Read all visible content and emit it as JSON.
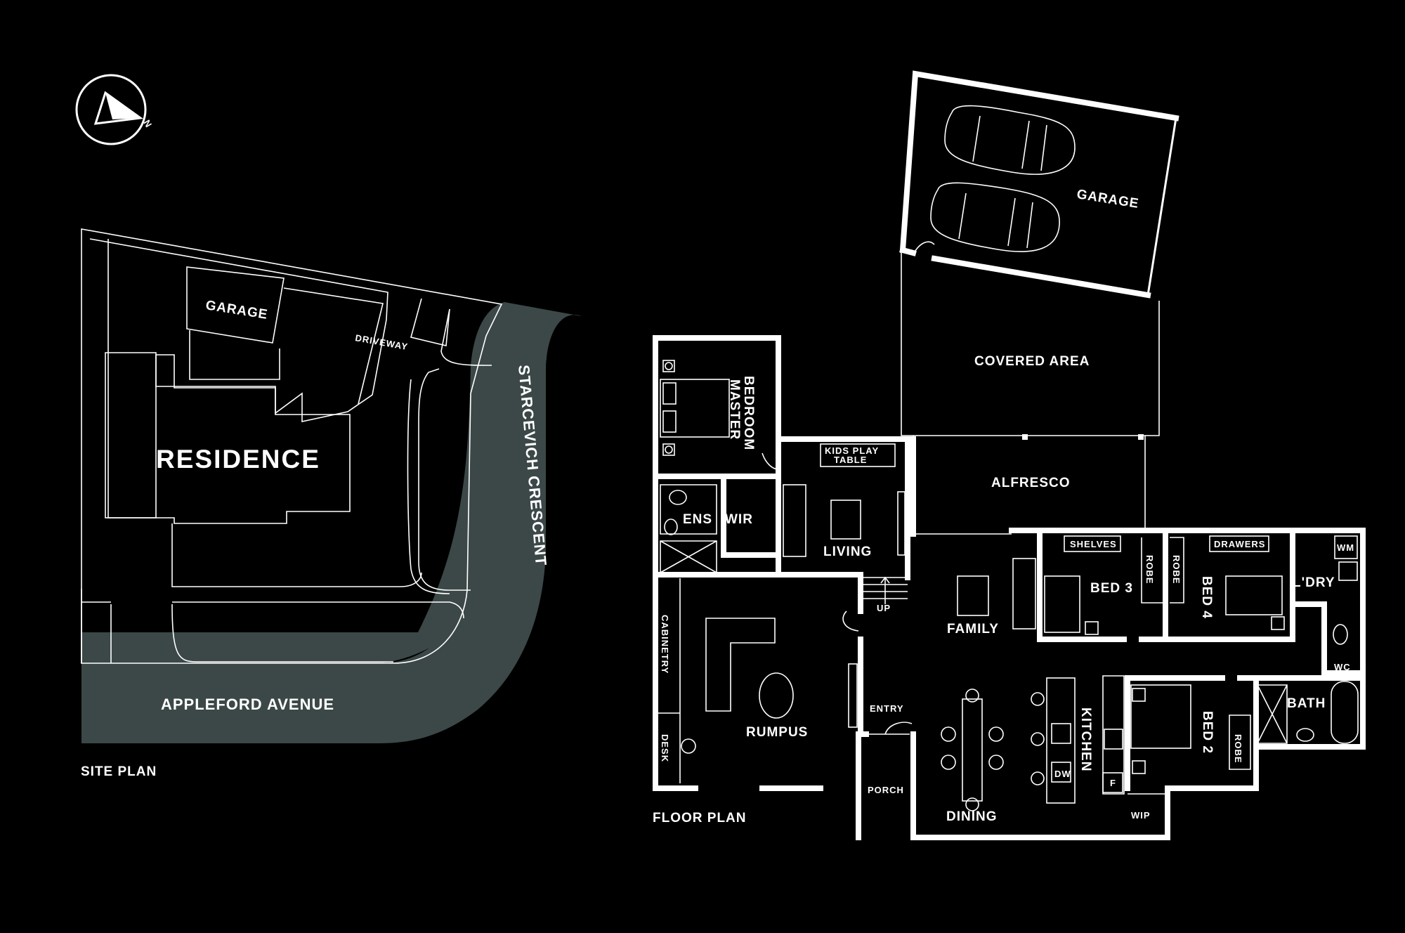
{
  "colors": {
    "background": "#000000",
    "line": "#ffffff",
    "road": "#3b4847"
  },
  "compass": {
    "label": "N",
    "icon": "north-arrow-icon"
  },
  "site_plan": {
    "caption": "SITE PLAN",
    "residence": "RESIDENCE",
    "garage": "GARAGE",
    "driveway": "DRIVEWAY",
    "street_east": "STARCEVICH CRESCENT",
    "street_south": "APPLEFORD AVENUE"
  },
  "floor_plan": {
    "caption": "FLOOR PLAN",
    "rooms": {
      "garage": "GARAGE",
      "covered_area": "COVERED AREA",
      "alfresco": "ALFRESCO",
      "master_bedroom_1": "MASTER",
      "master_bedroom_2": "BEDROOM",
      "ens": "ENS",
      "wir": "WIR",
      "living": "LIVING",
      "kids_play_1": "KIDS PLAY",
      "kids_play_2": "TABLE",
      "up": "UP",
      "family": "FAMILY",
      "bed3": "BED 3",
      "shelves": "SHELVES",
      "robe": "ROBE",
      "bed4": "BED 4",
      "drawers": "DRAWERS",
      "laundry": "L'DRY",
      "wm": "WM",
      "wc": "WC",
      "cabinetry": "CABINETRY",
      "desk": "DESK",
      "rumpus": "RUMPUS",
      "entry": "ENTRY",
      "porch": "PORCH",
      "dining": "DINING",
      "kitchen": "KITCHEN",
      "dw": "DW",
      "f": "F",
      "wip": "WIP",
      "bed2": "BED 2",
      "bath": "BATH"
    }
  }
}
